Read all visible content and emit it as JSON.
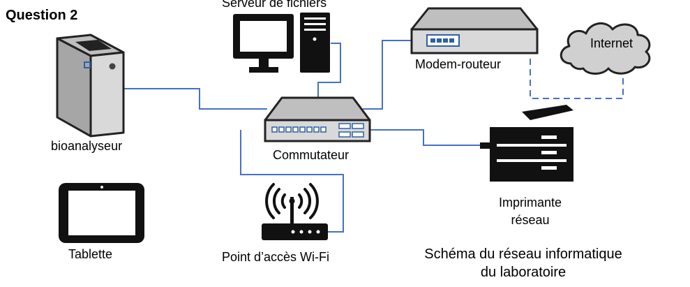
{
  "question": "Question 2",
  "caption": {
    "line1": "Schéma du réseau informatique",
    "line2": "du laboratoire"
  },
  "devices": {
    "file_server": "Serveur de fichiers",
    "modem_router": "Modem-routeur",
    "internet": "Internet",
    "bioanalyzer": "bioanalyseur",
    "switch": "Commutateur",
    "printer_line1": "Imprimante",
    "printer_line2": "réseau",
    "tablet": "Tablette",
    "wifi_ap": "Point d’accès Wi-Fi"
  },
  "colors": {
    "link": "#4472c4",
    "device_fill": "#d9d9d9",
    "device_dark": "#3a3a3a",
    "panel_blue": "#2e5fa8"
  }
}
